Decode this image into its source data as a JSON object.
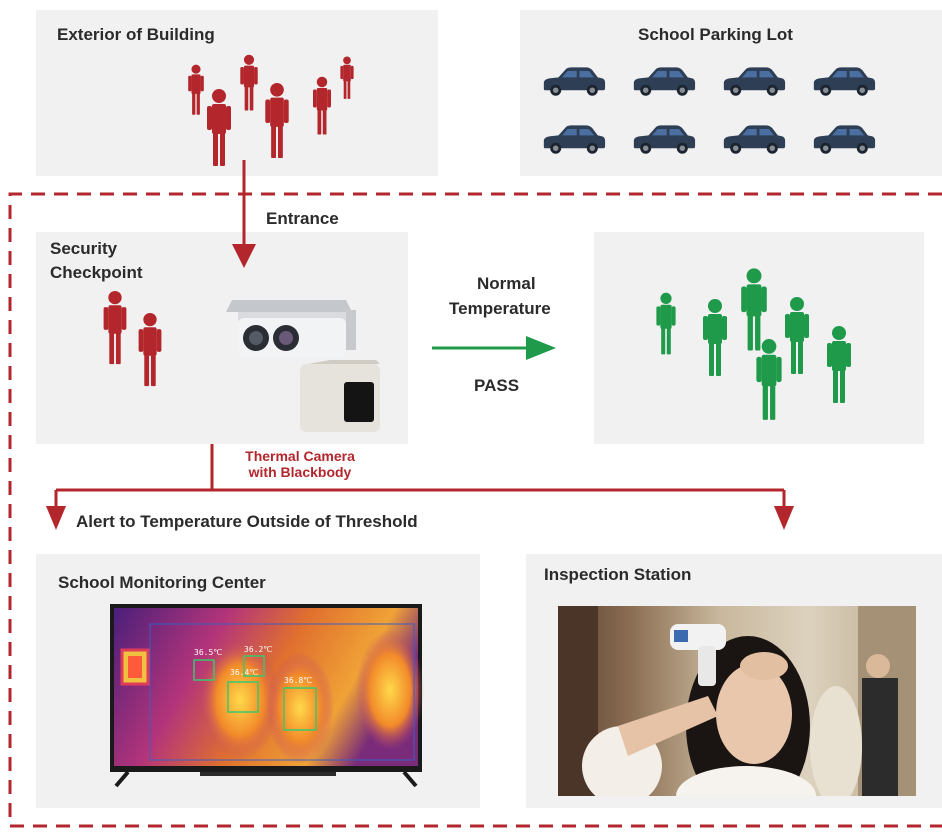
{
  "exterior": {
    "title": "Exterior of Building"
  },
  "parking": {
    "title": "School Parking Lot"
  },
  "entrance": {
    "label": "Entrance"
  },
  "security": {
    "title_line1": "Security",
    "title_line2": "Checkpoint"
  },
  "camera": {
    "caption_line1": "Thermal Camera",
    "caption_line2": "with Blackbody"
  },
  "pass_flow": {
    "label_line1": "Normal",
    "label_line2": "Temperature",
    "result": "PASS"
  },
  "alert": {
    "label": "Alert to Temperature Outside of Threshold"
  },
  "monitoring": {
    "title": "School Monitoring Center",
    "readings": [
      "36.5℃",
      "36.2℃",
      "36.4℃",
      "36.8℃"
    ]
  },
  "inspection": {
    "title": "Inspection Station"
  },
  "colors": {
    "alert_red": "#b3262c",
    "pass_green": "#1e9a4a",
    "panel_gray": "#f1f1f1"
  },
  "icons": [
    "person-icon",
    "car-icon",
    "thermal-camera-icon",
    "blackbody-icon",
    "monitor-icon",
    "thermometer-photo"
  ]
}
